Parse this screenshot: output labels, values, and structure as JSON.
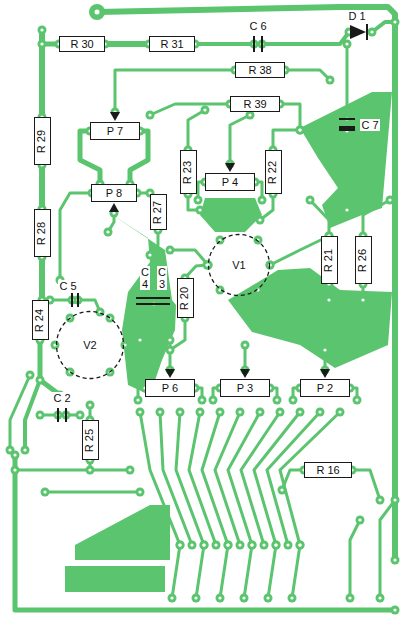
{
  "diagram": {
    "nodes": [
      {
        "text": [
          "R 30"
        ]
      },
      {
        "text": [
          "R 31"
        ]
      },
      {
        "text": [
          "R 38"
        ]
      },
      {
        "text": [
          "R 39"
        ]
      },
      {
        "text": [
          "R 29"
        ]
      },
      {
        "text": [
          "P 7"
        ]
      },
      {
        "text": [
          "R 23"
        ]
      },
      {
        "text": [
          "P 4"
        ]
      },
      {
        "text": [
          "R 22"
        ]
      },
      {
        "text": [
          "P 8"
        ]
      },
      {
        "text": [
          "R 27"
        ]
      },
      {
        "text": [
          "R 28"
        ]
      },
      {
        "text": [
          "V1"
        ]
      },
      {
        "text": [
          "R 21"
        ]
      },
      {
        "text": [
          "R 26"
        ]
      },
      {
        "text": [
          "R 20"
        ]
      },
      {
        "text": [
          "R 24"
        ]
      },
      {
        "text": [
          "V2"
        ]
      },
      {
        "text": [
          "P 6"
        ]
      },
      {
        "text": [
          "P 3"
        ]
      },
      {
        "text": [
          "P 2"
        ]
      },
      {
        "text": [
          "R 25"
        ]
      },
      {
        "text": [
          "R 16"
        ]
      }
    ],
    "labels": [
      "C 6",
      "D 1",
      "C 7",
      "C 5",
      "C 4",
      "C 3",
      "C 2"
    ]
  }
}
